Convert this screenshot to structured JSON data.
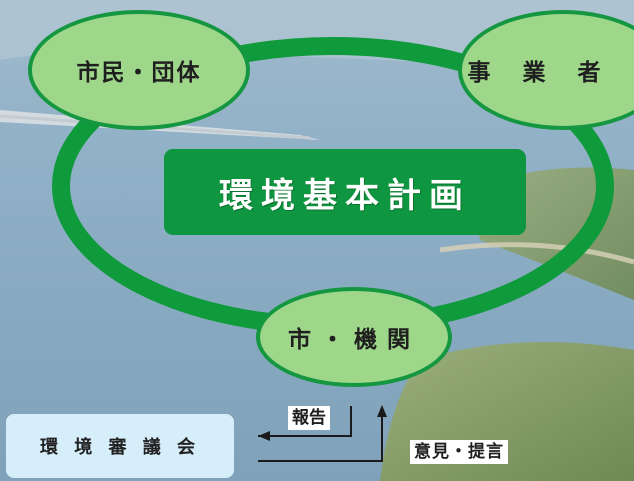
{
  "diagram": {
    "nodes": {
      "citizens": "市民・団体",
      "business": "事 業 者",
      "plan": "環境基本計画",
      "city": "市・機関",
      "council": "環 境 審 議 会"
    },
    "edges": {
      "report": "報告",
      "opinion": "意見・提言"
    }
  },
  "colors": {
    "cycle_ring": "#0f9a3c",
    "node_fill": "#9ed68a",
    "plan_fill": "#0f9640",
    "council_fill": "#d5eefa",
    "arrow": "#1a1a1a"
  },
  "background": "aerial photo of coastal bay with bridge"
}
